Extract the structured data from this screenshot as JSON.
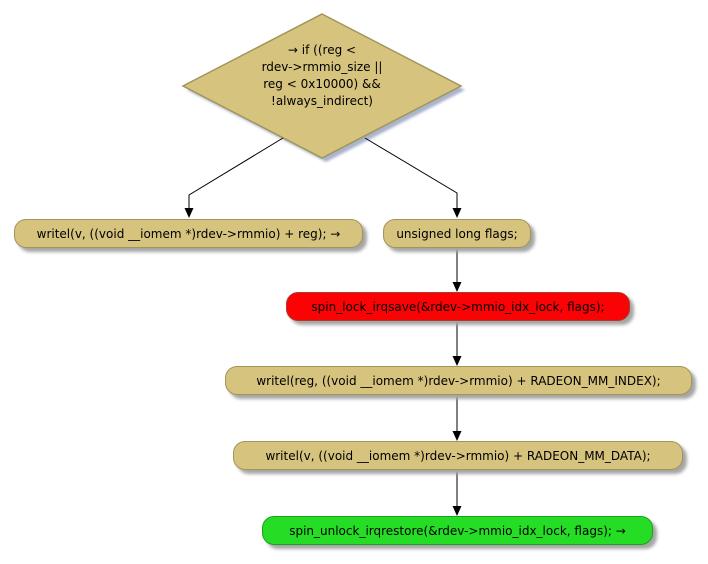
{
  "diagram": {
    "type": "flowchart-activity-diagram",
    "background_color": "#ffffff",
    "colors": {
      "node_fill": "#d6c37e",
      "node_border": "#a2955a",
      "lock_fill": "#fb0204",
      "lock_border": "#ab3a30",
      "unlock_fill": "#24dd24",
      "unlock_border": "#1f9e1f",
      "arrow": "#000000",
      "text": "#000000",
      "diamond_shadow": "#a9b4cb",
      "box_shadow": "#a6a6a6"
    },
    "decision": {
      "label": "→ if ((reg <\nrdev->rmmio_size ||\nreg < 0x10000) &&\n!always_indirect)"
    },
    "nodes": [
      {
        "id": "writel-direct",
        "label": "writel(v, ((void __iomem *)rdev->rmmio) + reg); →",
        "color": "tan"
      },
      {
        "id": "declare-flags",
        "label": "unsigned long flags;",
        "color": "tan"
      },
      {
        "id": "spin-lock",
        "label": "spin_lock_irqsave(&rdev->mmio_idx_lock, flags);",
        "color": "red"
      },
      {
        "id": "writel-index",
        "label": "writel(reg, ((void __iomem *)rdev->rmmio) + RADEON_MM_INDEX);",
        "color": "tan"
      },
      {
        "id": "writel-data",
        "label": "writel(v, ((void __iomem *)rdev->rmmio) + RADEON_MM_DATA);",
        "color": "tan"
      },
      {
        "id": "spin-unlock",
        "label": "spin_unlock_irqrestore(&rdev->mmio_idx_lock, flags); →",
        "color": "green"
      }
    ]
  }
}
